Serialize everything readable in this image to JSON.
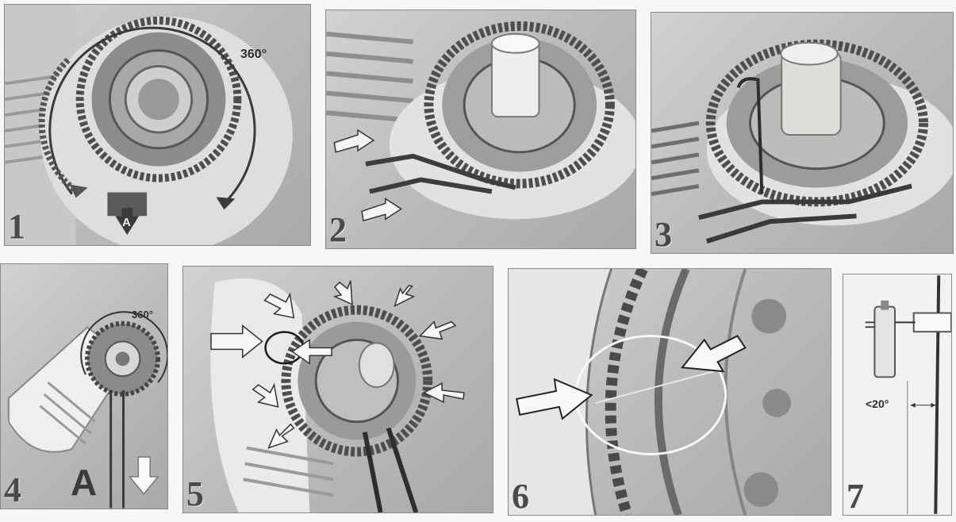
{
  "panels": [
    {
      "step": "1",
      "angle": "360°",
      "marker": "A"
    },
    {
      "step": "2"
    },
    {
      "step": "3"
    },
    {
      "step": "4",
      "angle": "360°",
      "marker": "A"
    },
    {
      "step": "5"
    },
    {
      "step": "6"
    },
    {
      "step": "7",
      "angle": "<20°"
    }
  ]
}
